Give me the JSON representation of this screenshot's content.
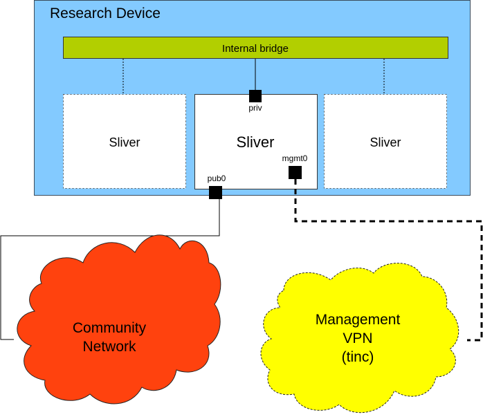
{
  "device": {
    "title": "Research Device"
  },
  "bridge": {
    "label": "Internal bridge"
  },
  "slivers": [
    {
      "label": "Sliver"
    },
    {
      "label": "Sliver"
    },
    {
      "label": "Sliver"
    }
  ],
  "ports": {
    "priv": "priv",
    "mgmt": "mgmt0",
    "pub": "pub0"
  },
  "clouds": {
    "community": {
      "line1": "Community",
      "line2": "Network"
    },
    "management": {
      "line1": "Management",
      "line2": "VPN",
      "line3": "(tinc)"
    }
  },
  "colors": {
    "device_bg": "#83caff",
    "bridge_bg": "#b2cf00",
    "community_cloud": "#ff420e",
    "management_cloud": "#ffff00"
  }
}
